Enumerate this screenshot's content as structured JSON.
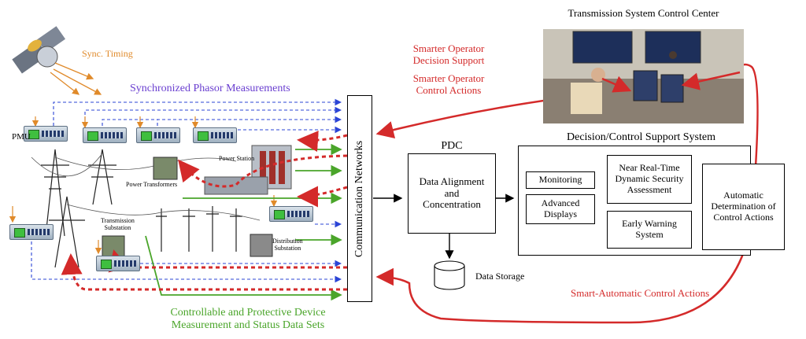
{
  "title": "Transmission System Control Center",
  "labels": {
    "sync_timing": "Sync. Timing",
    "synchronized_phasor": "Synchronized Phasor Measurements",
    "pmu": "PMU",
    "power_station": "Power Station",
    "power_transformers": "Power Transformers",
    "transmission_substation_1": "Transmission",
    "transmission_substation_2": "Substation",
    "distribution_substation_1": "Distribution",
    "distribution_substation_2": "Substation",
    "controllable_line1": "Controllable and Protective Device",
    "controllable_line2": "Measurement and Status Data Sets",
    "smarter_decision_1": "Smarter Operator",
    "smarter_decision_2": "Decision Support",
    "smarter_control_1": "Smarter Operator",
    "smarter_control_2": "Control Actions",
    "smart_automatic": "Smart-Automatic Control Actions"
  },
  "communication_networks": "Communication Networks",
  "pdc": {
    "label": "PDC",
    "box_line1": "Data Alignment",
    "box_line2": "and",
    "box_line3": "Concentration"
  },
  "data_storage": "Data Storage",
  "decision_system": {
    "title": "Decision/Control Support System",
    "monitoring": "Monitoring",
    "advanced_1": "Advanced",
    "advanced_2": "Displays",
    "near_1": "Near Real-Time",
    "near_2": "Dynamic Security",
    "near_3": "Assessment",
    "early_1": "Early Warning",
    "early_2": "System",
    "auto_1": "Automatic",
    "auto_2": "Determination of",
    "auto_3": "Control Actions"
  },
  "colors": {
    "red": "#d42a2a",
    "blue": "#2b44d6",
    "green": "#4aa52a",
    "orange": "#e08a2a",
    "purple": "#6a3fd0",
    "line": "#000000"
  }
}
